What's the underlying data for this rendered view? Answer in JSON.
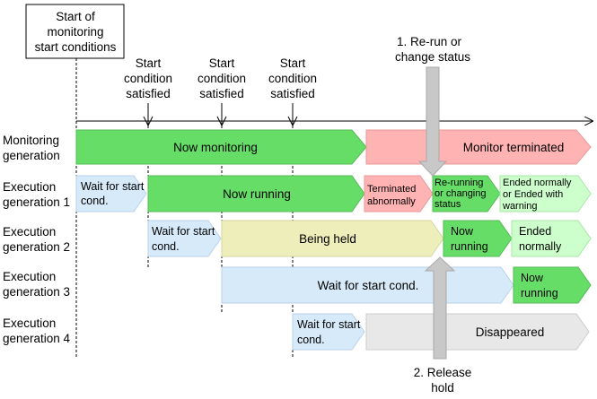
{
  "start_box": [
    "Start of",
    "monitoring",
    "start conditions"
  ],
  "conditions": [
    [
      "Start",
      "condition",
      "satisfied"
    ],
    [
      "Start",
      "condition",
      "satisfied"
    ],
    [
      "Start",
      "condition",
      "satisfied"
    ]
  ],
  "callouts": {
    "rerun": [
      "1. Re-run or",
      "change status"
    ],
    "release": [
      "2. Release",
      "hold"
    ]
  },
  "rows": [
    {
      "label": [
        "Monitoring",
        "generation"
      ]
    },
    {
      "label": [
        "Execution",
        "generation 1"
      ]
    },
    {
      "label": [
        "Execution",
        "generation 2"
      ]
    },
    {
      "label": [
        "Execution",
        "generation 3"
      ]
    },
    {
      "label": [
        "Execution",
        "generation 4"
      ]
    }
  ],
  "bars": {
    "monitoring": [
      "Now monitoring"
    ],
    "monitor_terminated": [
      "Monitor terminated"
    ],
    "g1_wait": [
      "Wait for start",
      "cond."
    ],
    "g1_running": [
      "Now running"
    ],
    "g1_terminated": [
      "Terminated",
      "abnormally"
    ],
    "g1_rerunning": [
      "Re-running",
      "or changing",
      "status"
    ],
    "g1_ended": [
      "Ended normally",
      "or Ended with",
      "warning"
    ],
    "g2_wait": [
      "Wait for start",
      "cond."
    ],
    "g2_held": [
      "Being held"
    ],
    "g2_running": [
      "Now",
      "running"
    ],
    "g2_ended": [
      "Ended",
      "normally"
    ],
    "g3_wait": [
      "Wait for start cond."
    ],
    "g3_running": [
      "Now",
      "running"
    ],
    "g4_wait": [
      "Wait for start",
      "cond."
    ],
    "g4_disappeared": [
      "Disappeared"
    ]
  },
  "colors": {
    "green": "#66dd66",
    "light_green": "#ccffcc",
    "pink": "#ffb3b3",
    "light_blue": "#d7eaf9",
    "yellow": "#eeeebb",
    "gray": "#e8e8e8",
    "arrow_gray": "#c8c8c8"
  }
}
